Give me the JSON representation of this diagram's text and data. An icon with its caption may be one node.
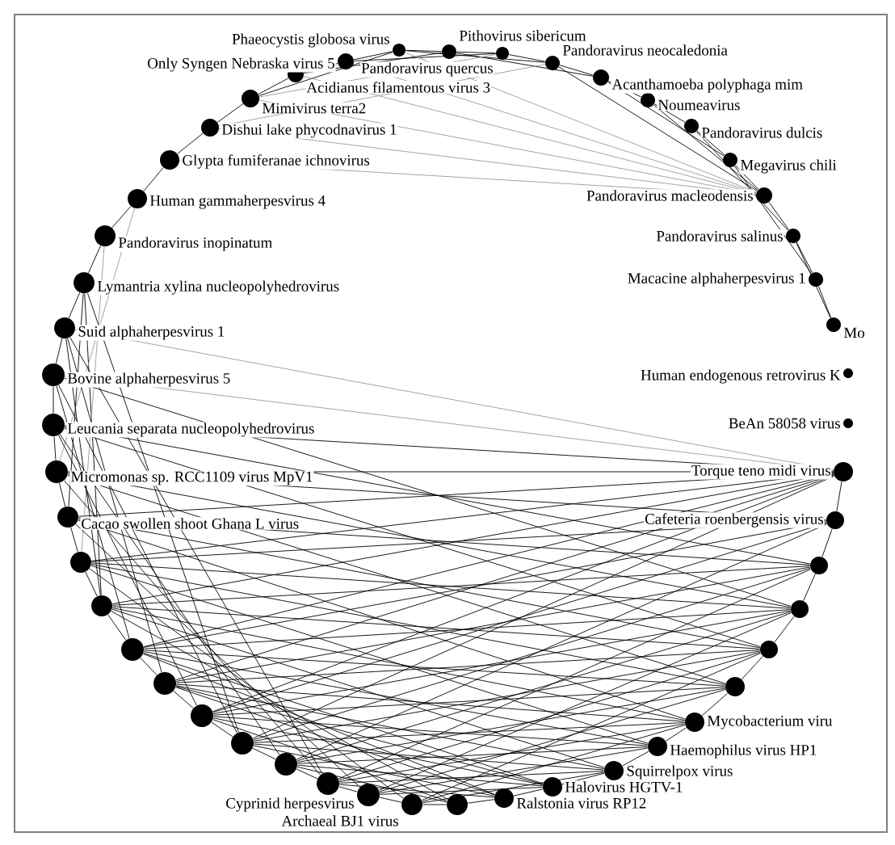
{
  "diagram": {
    "nodes": [
      {
        "text": [],
        "shape": "circle",
        "beside": [
          "Phaeocystis globosa virus"
        ]
      },
      {
        "text": [],
        "shape": "circle",
        "beside": [
          "Pithovirus sibericum"
        ]
      },
      {
        "text": [],
        "shape": "circle",
        "beside": [
          "Pandoravirus quercus"
        ]
      },
      {
        "text": [],
        "shape": "circle",
        "beside": [
          "Pandoravirus neocaledonia"
        ]
      },
      {
        "text": [],
        "shape": "circle",
        "beside": [
          "Acanthamoeba polyphaga mim"
        ]
      },
      {
        "text": [],
        "shape": "circle",
        "beside": [
          "Noumeavirus"
        ]
      },
      {
        "text": [],
        "shape": "circle",
        "beside": [
          "Pandoravirus dulcis"
        ]
      },
      {
        "text": [],
        "shape": "circle",
        "beside": [
          "Megavirus chili"
        ]
      },
      {
        "text": [],
        "shape": "circle",
        "beside": [
          "Pandoravirus macleodensis"
        ]
      },
      {
        "text": [],
        "shape": "circle",
        "beside": [
          "Pandoravirus salinus"
        ]
      },
      {
        "text": [],
        "shape": "circle",
        "beside": [
          "Macacine alphaherpesvirus 1"
        ]
      },
      {
        "text": [],
        "shape": "circle",
        "beside": [
          "Mo"
        ]
      },
      {
        "text": [],
        "shape": "circle",
        "beside": [
          "Human endogenous retrovirus K"
        ]
      },
      {
        "text": [],
        "shape": "circle",
        "beside": [
          "BeAn 58058 virus"
        ]
      },
      {
        "text": [],
        "shape": "circle",
        "beside": [
          "Torque teno midi virus"
        ]
      },
      {
        "text": [],
        "shape": "circle",
        "beside": [
          "Cafeteria roenbergensis virus"
        ]
      },
      {
        "text": [],
        "shape": "circle"
      },
      {
        "text": [],
        "shape": "circle"
      },
      {
        "text": [],
        "shape": "circle"
      },
      {
        "text": [],
        "shape": "circle"
      },
      {
        "text": [],
        "shape": "circle",
        "beside": [
          "Mycobacterium viru"
        ]
      },
      {
        "text": [],
        "shape": "circle",
        "beside": [
          "Haemophilus virus HP1"
        ]
      },
      {
        "text": [],
        "shape": "circle",
        "beside": [
          "Squirrelpox virus"
        ]
      },
      {
        "text": [],
        "shape": "circle",
        "beside": [
          "Halovirus HGTV-1"
        ]
      },
      {
        "text": [],
        "shape": "circle",
        "beside": [
          "Ralstonia virus RP12"
        ]
      },
      {
        "text": [],
        "shape": "circle"
      },
      {
        "text": [],
        "shape": "circle",
        "beside": [
          "Archaeal BJ1 virus"
        ]
      },
      {
        "text": [],
        "shape": "circle",
        "beside": [
          "Cyprinid herpesvirus"
        ]
      },
      {
        "text": [],
        "shape": "circle"
      },
      {
        "text": [],
        "shape": "circle"
      },
      {
        "text": [],
        "shape": "circle"
      },
      {
        "text": [],
        "shape": "circle"
      },
      {
        "text": [],
        "shape": "circle"
      },
      {
        "text": [],
        "shape": "circle"
      },
      {
        "text": [],
        "shape": "circle"
      },
      {
        "text": [],
        "shape": "circle"
      },
      {
        "text": [],
        "shape": "circle",
        "beside": [
          "Cacao swollen shoot Ghana L virus"
        ]
      },
      {
        "text": [],
        "shape": "circle",
        "beside": [
          "Micromonas sp. RCC1109 virus MpV1"
        ]
      },
      {
        "text": [],
        "shape": "circle",
        "beside": [
          "Leucania separata nucleopolyhedrovirus"
        ]
      },
      {
        "text": [],
        "shape": "circle",
        "beside": [
          "Bovine alphaherpesvirus 5"
        ]
      },
      {
        "text": [],
        "shape": "circle",
        "beside": [
          "Suid alphaherpesvirus 1"
        ]
      },
      {
        "text": [],
        "shape": "circle",
        "beside": [
          "Lymantria xylina nucleopolyhedrovirus"
        ]
      },
      {
        "text": [],
        "shape": "circle",
        "beside": [
          "Pandoravirus inopinatum"
        ]
      },
      {
        "text": [],
        "shape": "circle",
        "beside": [
          "Human gammaherpesvirus 4"
        ]
      },
      {
        "text": [],
        "shape": "circle",
        "beside": [
          "Glypta fumiferanae ichnovirus"
        ]
      },
      {
        "text": [],
        "shape": "circle",
        "beside": [
          "Dishui lake phycodnavirus 1"
        ]
      },
      {
        "text": [],
        "shape": "circle",
        "beside": [
          "Mimivirus terra2"
        ]
      },
      {
        "text": [],
        "shape": "circle",
        "beside": [
          "Acidianus filamentous virus 3"
        ]
      },
      {
        "text": [],
        "shape": "circle",
        "beside": [
          "Only Syngen Nebraska virus 5"
        ]
      }
    ],
    "edges": [
      {
        "from": 0,
        "to": 1,
        "arrow": "none"
      },
      {
        "from": 1,
        "to": 2,
        "arrow": "none"
      },
      {
        "from": 2,
        "to": 3,
        "arrow": "none"
      },
      {
        "from": 3,
        "to": 4,
        "arrow": "none"
      },
      {
        "from": 4,
        "to": 5,
        "arrow": "none"
      },
      {
        "from": 5,
        "to": 6,
        "arrow": "none"
      },
      {
        "from": 6,
        "to": 7,
        "arrow": "none"
      },
      {
        "from": 7,
        "to": 8,
        "arrow": "none"
      },
      {
        "from": 8,
        "to": 9,
        "arrow": "none"
      },
      {
        "from": 9,
        "to": 10,
        "arrow": "none"
      },
      {
        "from": 10,
        "to": 11,
        "arrow": "none"
      },
      {
        "from": 4,
        "to": 7,
        "arrow": "none"
      },
      {
        "from": 5,
        "to": 8,
        "arrow": "none"
      },
      {
        "from": 7,
        "to": 10,
        "arrow": "none"
      },
      {
        "from": 9,
        "to": 11,
        "arrow": "none"
      },
      {
        "from": 6,
        "to": 9,
        "arrow": "none"
      },
      {
        "from": 3,
        "to": 8,
        "arrow": "none"
      },
      {
        "from": 0,
        "to": 3,
        "arrow": "none"
      },
      {
        "from": 1,
        "to": 4,
        "arrow": "none"
      },
      {
        "from": 48,
        "to": 0,
        "arrow": "none"
      },
      {
        "from": 47,
        "to": 48,
        "arrow": "none"
      },
      {
        "from": 46,
        "to": 47,
        "arrow": "none"
      },
      {
        "from": 45,
        "to": 46,
        "arrow": "none"
      },
      {
        "from": 44,
        "to": 45,
        "arrow": "none"
      },
      {
        "from": 43,
        "to": 44,
        "arrow": "none"
      },
      {
        "from": 42,
        "to": 43,
        "arrow": "none"
      },
      {
        "from": 47,
        "to": 1,
        "arrow": "none"
      },
      {
        "from": 46,
        "to": 0,
        "arrow": "none"
      },
      {
        "from": 48,
        "to": 2,
        "arrow": "none"
      },
      {
        "from": 8,
        "to": 0,
        "arrow": "none",
        "color": "#999999"
      },
      {
        "from": 8,
        "to": 47,
        "arrow": "none",
        "color": "#999999"
      },
      {
        "from": 8,
        "to": 46,
        "arrow": "none",
        "color": "#999999"
      },
      {
        "from": 8,
        "to": 45,
        "arrow": "none",
        "color": "#999999"
      },
      {
        "from": 8,
        "to": 44,
        "arrow": "none",
        "color": "#999999"
      },
      {
        "from": 8,
        "to": 48,
        "arrow": "none",
        "color": "#999999"
      },
      {
        "from": 2,
        "to": 46,
        "arrow": "none",
        "color": "#999999"
      },
      {
        "from": 3,
        "to": 45,
        "arrow": "none",
        "color": "#999999"
      },
      {
        "from": 14,
        "to": 38,
        "arrow": "none"
      },
      {
        "from": 14,
        "to": 37,
        "arrow": "none"
      },
      {
        "from": 14,
        "to": 36,
        "arrow": "none"
      },
      {
        "from": 14,
        "to": 35,
        "arrow": "none"
      },
      {
        "from": 14,
        "to": 34,
        "arrow": "none"
      },
      {
        "from": 14,
        "to": 33,
        "arrow": "none"
      },
      {
        "from": 14,
        "to": 32,
        "arrow": "none"
      },
      {
        "from": 14,
        "to": 31,
        "arrow": "none"
      },
      {
        "from": 14,
        "to": 30,
        "arrow": "none"
      },
      {
        "from": 14,
        "to": 39,
        "arrow": "none",
        "color": "#999999"
      },
      {
        "from": 14,
        "to": 40,
        "arrow": "none",
        "color": "#999999"
      },
      {
        "from": 15,
        "to": 37,
        "arrow": "none"
      },
      {
        "from": 15,
        "to": 35,
        "arrow": "none"
      },
      {
        "from": 15,
        "to": 33,
        "arrow": "none"
      },
      {
        "from": 15,
        "to": 31,
        "arrow": "none"
      },
      {
        "from": 15,
        "to": 29,
        "arrow": "none"
      },
      {
        "from": 16,
        "to": 38,
        "arrow": "none"
      },
      {
        "from": 16,
        "to": 36,
        "arrow": "none"
      },
      {
        "from": 16,
        "to": 34,
        "arrow": "none"
      },
      {
        "from": 16,
        "to": 32,
        "arrow": "none"
      },
      {
        "from": 16,
        "to": 30,
        "arrow": "none"
      },
      {
        "from": 16,
        "to": 28,
        "arrow": "none"
      },
      {
        "from": 17,
        "to": 39,
        "arrow": "none"
      },
      {
        "from": 17,
        "to": 37,
        "arrow": "none"
      },
      {
        "from": 17,
        "to": 35,
        "arrow": "none"
      },
      {
        "from": 17,
        "to": 33,
        "arrow": "none"
      },
      {
        "from": 17,
        "to": 31,
        "arrow": "none"
      },
      {
        "from": 17,
        "to": 29,
        "arrow": "none"
      },
      {
        "from": 17,
        "to": 27,
        "arrow": "none"
      },
      {
        "from": 18,
        "to": 38,
        "arrow": "none"
      },
      {
        "from": 18,
        "to": 36,
        "arrow": "none"
      },
      {
        "from": 18,
        "to": 34,
        "arrow": "none"
      },
      {
        "from": 18,
        "to": 32,
        "arrow": "none"
      },
      {
        "from": 18,
        "to": 30,
        "arrow": "none"
      },
      {
        "from": 18,
        "to": 28,
        "arrow": "none"
      },
      {
        "from": 18,
        "to": 26,
        "arrow": "none"
      },
      {
        "from": 19,
        "to": 37,
        "arrow": "none"
      },
      {
        "from": 19,
        "to": 35,
        "arrow": "none"
      },
      {
        "from": 19,
        "to": 33,
        "arrow": "none"
      },
      {
        "from": 19,
        "to": 31,
        "arrow": "none"
      },
      {
        "from": 19,
        "to": 29,
        "arrow": "none"
      },
      {
        "from": 19,
        "to": 27,
        "arrow": "none"
      },
      {
        "from": 20,
        "to": 36,
        "arrow": "none"
      },
      {
        "from": 20,
        "to": 34,
        "arrow": "none"
      },
      {
        "from": 20,
        "to": 32,
        "arrow": "none"
      },
      {
        "from": 20,
        "to": 30,
        "arrow": "none"
      },
      {
        "from": 20,
        "to": 28,
        "arrow": "none"
      },
      {
        "from": 20,
        "to": 26,
        "arrow": "none"
      },
      {
        "from": 21,
        "to": 35,
        "arrow": "none"
      },
      {
        "from": 21,
        "to": 33,
        "arrow": "none"
      },
      {
        "from": 21,
        "to": 31,
        "arrow": "none"
      },
      {
        "from": 21,
        "to": 29,
        "arrow": "none"
      },
      {
        "from": 21,
        "to": 27,
        "arrow": "none"
      },
      {
        "from": 22,
        "to": 34,
        "arrow": "none"
      },
      {
        "from": 22,
        "to": 32,
        "arrow": "none"
      },
      {
        "from": 22,
        "to": 30,
        "arrow": "none"
      },
      {
        "from": 22,
        "to": 28,
        "arrow": "none"
      },
      {
        "from": 22,
        "to": 26,
        "arrow": "none"
      },
      {
        "from": 23,
        "to": 33,
        "arrow": "none"
      },
      {
        "from": 23,
        "to": 31,
        "arrow": "none"
      },
      {
        "from": 23,
        "to": 29,
        "arrow": "none"
      },
      {
        "from": 23,
        "to": 27,
        "arrow": "none"
      },
      {
        "from": 24,
        "to": 32,
        "arrow": "none"
      },
      {
        "from": 24,
        "to": 30,
        "arrow": "none"
      },
      {
        "from": 24,
        "to": 28,
        "arrow": "none"
      },
      {
        "from": 25,
        "to": 31,
        "arrow": "none"
      },
      {
        "from": 25,
        "to": 29,
        "arrow": "none"
      },
      {
        "from": 41,
        "to": 36,
        "arrow": "none"
      },
      {
        "from": 41,
        "to": 34,
        "arrow": "none"
      },
      {
        "from": 42,
        "to": 35,
        "arrow": "none",
        "color": "#999999"
      },
      {
        "from": 43,
        "to": 37,
        "arrow": "none",
        "color": "#999999"
      },
      {
        "from": 40,
        "to": 34,
        "arrow": "none"
      },
      {
        "from": 40,
        "to": 32,
        "arrow": "none"
      },
      {
        "from": 39,
        "to": 33,
        "arrow": "none"
      },
      {
        "from": 39,
        "to": 30,
        "arrow": "none"
      },
      {
        "from": 38,
        "to": 31,
        "arrow": "none"
      },
      {
        "from": 38,
        "to": 29,
        "arrow": "none"
      },
      {
        "from": 37,
        "to": 28,
        "arrow": "none"
      },
      {
        "from": 36,
        "to": 27,
        "arrow": "none"
      },
      {
        "from": 35,
        "to": 26,
        "arrow": "none"
      },
      {
        "from": 34,
        "to": 25,
        "arrow": "none"
      },
      {
        "from": 33,
        "to": 24,
        "arrow": "none"
      },
      {
        "from": 32,
        "to": 23,
        "arrow": "none"
      },
      {
        "from": 41,
        "to": 30,
        "arrow": "none"
      },
      {
        "from": 40,
        "to": 28,
        "arrow": "none"
      },
      {
        "from": 14,
        "to": 15,
        "arrow": "none"
      },
      {
        "from": 15,
        "to": 16,
        "arrow": "none"
      },
      {
        "from": 16,
        "to": 17,
        "arrow": "none"
      },
      {
        "from": 17,
        "to": 18,
        "arrow": "none"
      },
      {
        "from": 18,
        "to": 19,
        "arrow": "none"
      },
      {
        "from": 19,
        "to": 20,
        "arrow": "none"
      },
      {
        "from": 20,
        "to": 21,
        "arrow": "none"
      },
      {
        "from": 21,
        "to": 22,
        "arrow": "none"
      },
      {
        "from": 22,
        "to": 23,
        "arrow": "none"
      },
      {
        "from": 23,
        "to": 24,
        "arrow": "none"
      },
      {
        "from": 24,
        "to": 25,
        "arrow": "none"
      },
      {
        "from": 25,
        "to": 26,
        "arrow": "none"
      },
      {
        "from": 26,
        "to": 27,
        "arrow": "none"
      },
      {
        "from": 27,
        "to": 28,
        "arrow": "none"
      },
      {
        "from": 28,
        "to": 29,
        "arrow": "none"
      },
      {
        "from": 29,
        "to": 30,
        "arrow": "none"
      },
      {
        "from": 30,
        "to": 31,
        "arrow": "none"
      },
      {
        "from": 31,
        "to": 32,
        "arrow": "none"
      },
      {
        "from": 32,
        "to": 33,
        "arrow": "none"
      },
      {
        "from": 33,
        "to": 34,
        "arrow": "none"
      },
      {
        "from": 34,
        "to": 35,
        "arrow": "none"
      },
      {
        "from": 35,
        "to": 36,
        "arrow": "none"
      },
      {
        "from": 36,
        "to": 37,
        "arrow": "none"
      },
      {
        "from": 37,
        "to": 38,
        "arrow": "none"
      },
      {
        "from": 38,
        "to": 39,
        "arrow": "none"
      },
      {
        "from": 39,
        "to": 40,
        "arrow": "none"
      },
      {
        "from": 40,
        "to": 41,
        "arrow": "none"
      },
      {
        "from": 41,
        "to": 42,
        "arrow": "none"
      }
    ]
  }
}
